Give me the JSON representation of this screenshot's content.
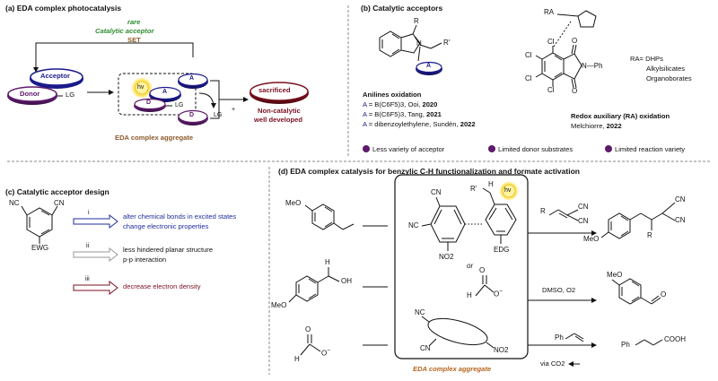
{
  "colors": {
    "green": "#2e8b2e",
    "brown": "#8b5a2b",
    "navy": "#1a1a8c",
    "darkred": "#7a1020",
    "purple": "#5e1a6b",
    "blue_text": "#1f2d9c",
    "red_text": "#7a1020",
    "orange_label": "#b5651d"
  },
  "panel_a": {
    "title": "(a) EDA complex photocatalysis",
    "rare": "rare",
    "catalytic_acceptor": "Catalytic acceptor",
    "set": "SET",
    "acceptor": "Acceptor",
    "donor": "Donor",
    "lg": "LG",
    "hv": "hv",
    "a_rad": "A",
    "d_rad": "D",
    "lg_plus": "LG",
    "plus": "+",
    "sacrificed": "sacrificed",
    "non_catalytic": "Non-catalytic",
    "well_developed": "well developed",
    "aggregate": "EDA complex aggregate"
  },
  "panel_b": {
    "title": "(b) Catalytic acceptors",
    "r": "R",
    "n": "N",
    "r_prime": "R'",
    "a": "A",
    "anilines_title": "Anilines oxidation",
    "ref1_a": "A",
    "ref1": " = B(C6F5)3, Ooi, ",
    "ref1_year": "2020",
    "ref2_a": "A",
    "ref2": " = B(C6F5)3, Tang, ",
    "ref2_year": "2021",
    "ref3_a": "A",
    "ref3": " = dibenzoylethylene, Sundén, ",
    "ref3_year": "2022",
    "ra": "RA",
    "cl": "Cl",
    "o": "O",
    "n_ph": "N—Ph",
    "ra_def1": "RA= DHPs",
    "ra_def2": "Alkylsilicates",
    "ra_def3": "Organoborates",
    "redox_title": "Redox auxiliary (RA) oxidation",
    "redox_ref": "Melchiorre, ",
    "redox_year": "2022",
    "limitations": [
      "Less variety of acceptor",
      "Limited donor substrates",
      "Limited reaction variety"
    ]
  },
  "panel_c": {
    "title": "(c) Catalytic acceptor design",
    "nc": "NC",
    "cn": "CN",
    "ewg": "EWG",
    "i": "i",
    "ii": "ii",
    "iii": "iii",
    "i_line1": "alter chemical bonds in excited states",
    "i_line2": "change electronic properties",
    "ii_line1": "less hindered planar structure",
    "ii_line2": "p-p interaction",
    "iii_line1": "decrease electron density"
  },
  "panel_d": {
    "title": "(d) EDA complex catalysis for benzylic C-H functionalization and formate activation",
    "meo": "MeO",
    "oh": "OH",
    "h": "H",
    "o_minus": "O",
    "minus": "−",
    "o": "O",
    "cn": "CN",
    "nc": "NC",
    "no2": "NO2",
    "r_prime": "R'",
    "edg": "EDG",
    "or": "or",
    "hv": "hv",
    "r": "R",
    "dmso": "DMSO, O2",
    "ph": "Ph",
    "via_co2": "via CO2",
    "cooh": "COOH",
    "aggregate": "EDA complex aggregate"
  }
}
